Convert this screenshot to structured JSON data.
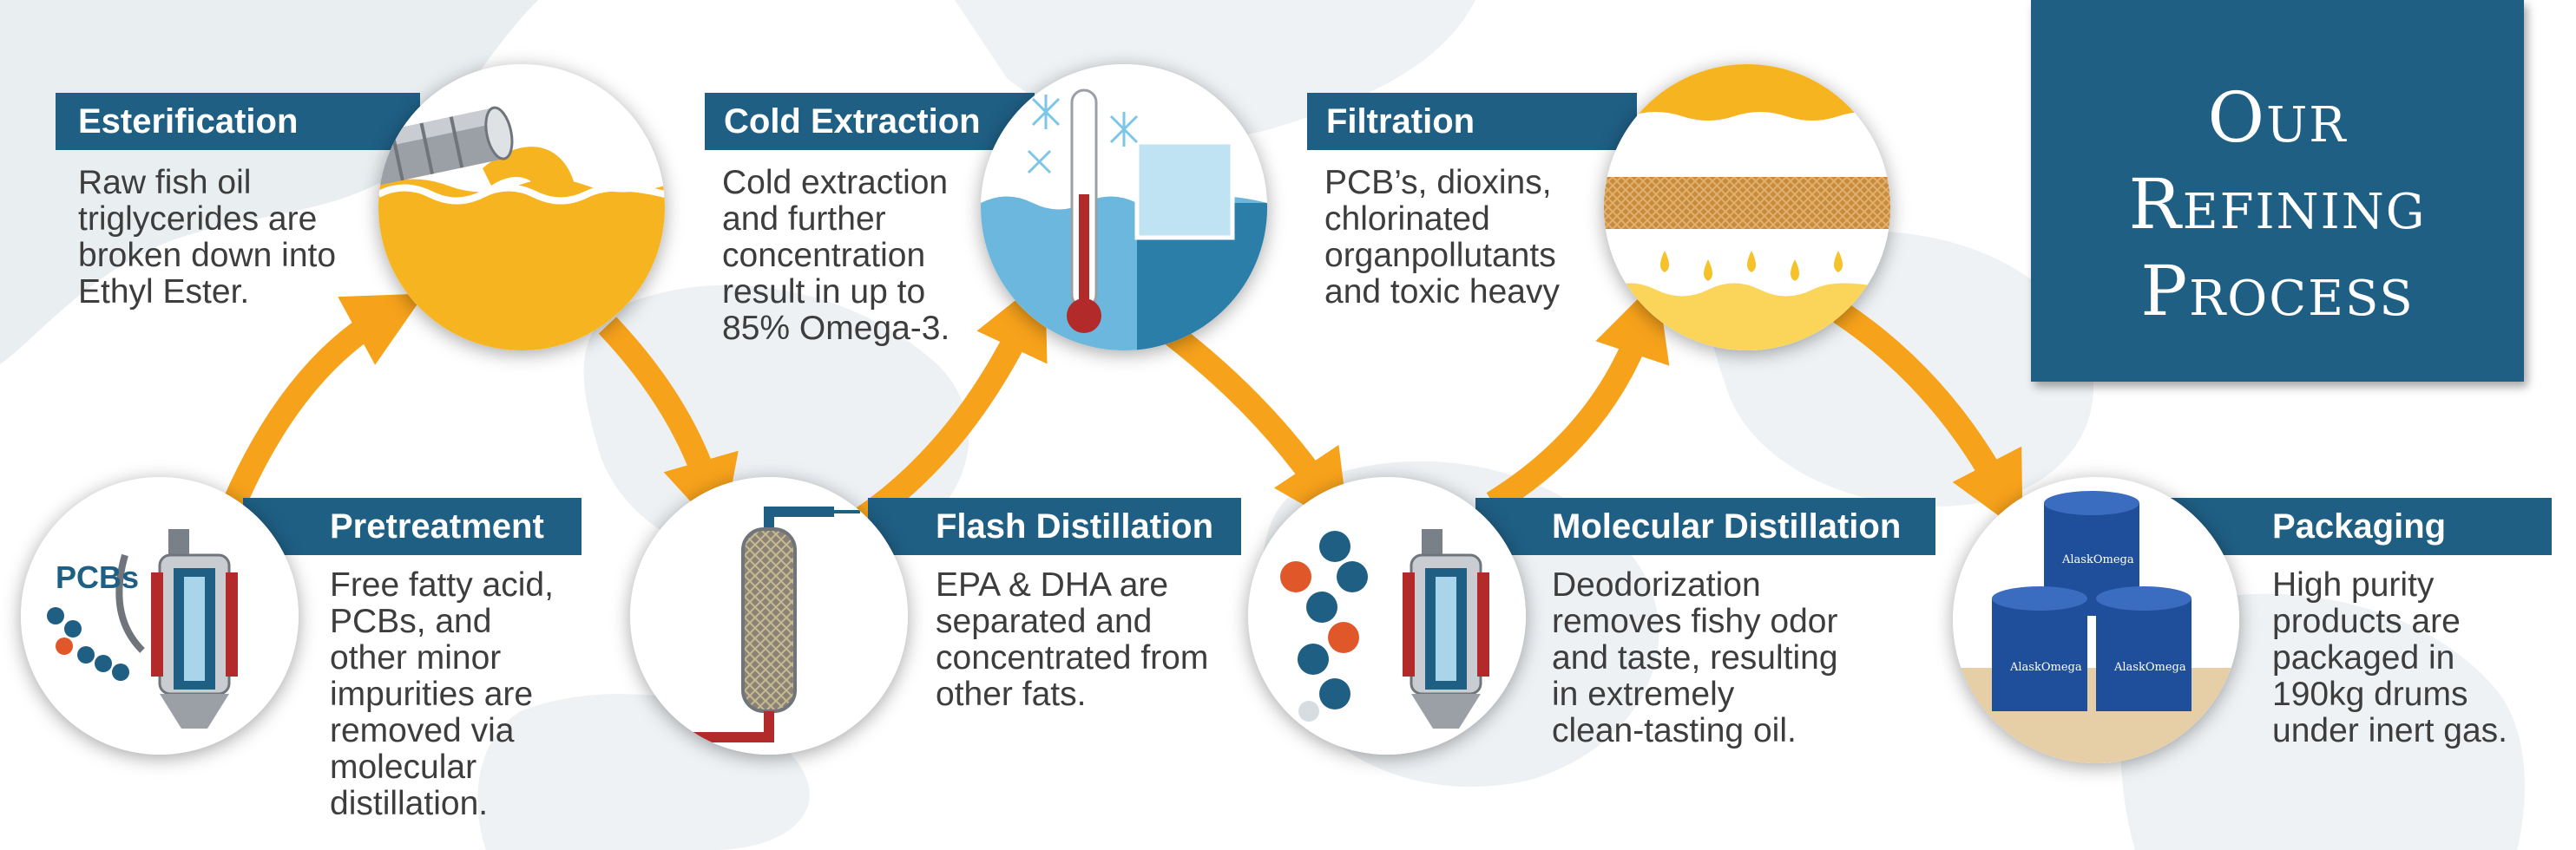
{
  "colors": {
    "navy": "#1f5f84",
    "orange": "#f7a21b",
    "oil": "#f6b520",
    "text": "#3d3d3d"
  },
  "title": {
    "line1": "Our",
    "line2": "Refining",
    "line3": "Process"
  },
  "steps": {
    "esterification": {
      "title": "Esterification",
      "text": "Raw fish oil\ntriglycerides are\nbroken down into\nEthyl Ester."
    },
    "cold_extraction": {
      "title": "Cold Extraction",
      "text": "Cold extraction\nand further\nconcentration\nresult in up to\n85% Omega-3."
    },
    "filtration": {
      "title": "Filtration",
      "text": "PCB’s, dioxins,\nchlorinated\norganpollutants\nand toxic heavy"
    },
    "pretreatment": {
      "title": "Pretreatment",
      "text": "Free fatty acid,\nPCBs, and\nother minor\nimpurities are\nremoved via\nmolecular\ndistillation."
    },
    "flash_distillation": {
      "title": "Flash Distillation",
      "text": "EPA & DHA are\nseparated and\nconcentrated from\nother fats."
    },
    "molecular_distillation": {
      "title": "Molecular Distillation",
      "text": "Deodorization\nremoves fishy odor\nand taste, resulting\nin extremely\nclean-tasting oil."
    },
    "packaging": {
      "title": "Packaging",
      "text": "High purity\nproducts are\npackaged in\n190kg drums\nunder inert gas."
    }
  },
  "labels": {
    "pcbs": "PCBs",
    "drum_brand": "AlaskOmega"
  },
  "icons": [
    "pipe-pour-icon",
    "thermometer-icon",
    "filter-mesh-icon",
    "reactor-icon",
    "distillation-column-icon",
    "molecule-icon",
    "drum-icon"
  ]
}
